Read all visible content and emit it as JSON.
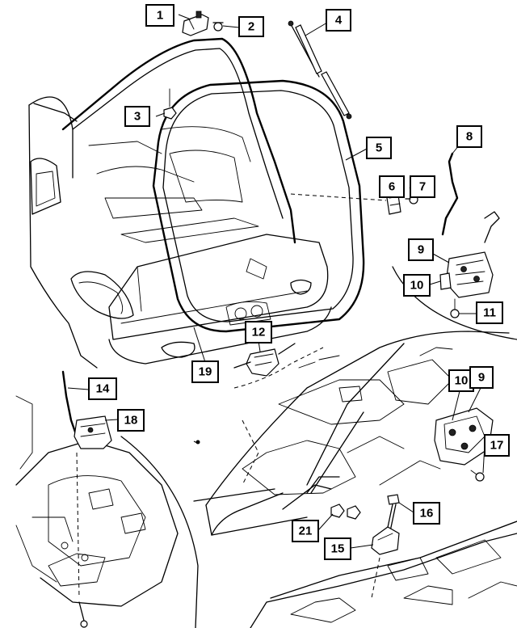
{
  "callouts": [
    {
      "id": "c1",
      "label": "1"
    },
    {
      "id": "c2",
      "label": "2"
    },
    {
      "id": "c3",
      "label": "3"
    },
    {
      "id": "c4",
      "label": "4"
    },
    {
      "id": "c5",
      "label": "5"
    },
    {
      "id": "c6",
      "label": "6"
    },
    {
      "id": "c7",
      "label": "7"
    },
    {
      "id": "c8",
      "label": "8"
    },
    {
      "id": "c9a",
      "label": "9"
    },
    {
      "id": "c10a",
      "label": "10"
    },
    {
      "id": "c11",
      "label": "11"
    },
    {
      "id": "c12",
      "label": "12"
    },
    {
      "id": "c10b",
      "label": "10"
    },
    {
      "id": "c9b",
      "label": "9"
    },
    {
      "id": "c14",
      "label": "14"
    },
    {
      "id": "c18",
      "label": "18"
    },
    {
      "id": "c19",
      "label": "19"
    },
    {
      "id": "c17",
      "label": "17"
    },
    {
      "id": "c16",
      "label": "16"
    },
    {
      "id": "c21",
      "label": "21"
    },
    {
      "id": "c15",
      "label": "15"
    }
  ]
}
